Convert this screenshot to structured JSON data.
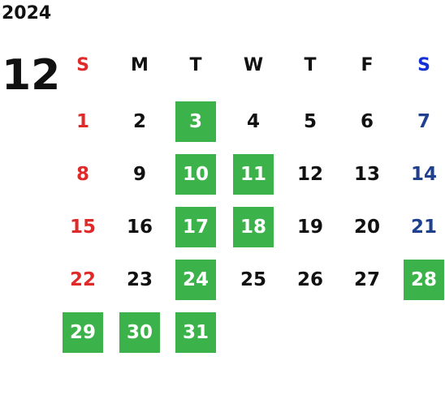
{
  "calendar": {
    "year": "2024",
    "month": "12",
    "weekdays": [
      "S",
      "M",
      "T",
      "W",
      "T",
      "F",
      "S"
    ],
    "weeks": [
      [
        null,
        null,
        null,
        null,
        null,
        null,
        null
      ],
      [
        {
          "day": "1"
        },
        {
          "day": "2"
        },
        {
          "day": "3",
          "highlighted": true
        },
        {
          "day": "4"
        },
        {
          "day": "5"
        },
        {
          "day": "6"
        },
        {
          "day": "7"
        }
      ],
      [
        {
          "day": "8"
        },
        {
          "day": "9"
        },
        {
          "day": "10",
          "highlighted": true
        },
        {
          "day": "11",
          "highlighted": true
        },
        {
          "day": "12"
        },
        {
          "day": "13"
        },
        {
          "day": "14"
        }
      ],
      [
        {
          "day": "15"
        },
        {
          "day": "16"
        },
        {
          "day": "17",
          "highlighted": true
        },
        {
          "day": "18",
          "highlighted": true
        },
        {
          "day": "19"
        },
        {
          "day": "20"
        },
        {
          "day": "21"
        }
      ],
      [
        {
          "day": "22"
        },
        {
          "day": "23"
        },
        {
          "day": "24",
          "highlighted": true
        },
        {
          "day": "25"
        },
        {
          "day": "26"
        },
        {
          "day": "27"
        },
        {
          "day": "28",
          "highlighted": true
        }
      ],
      [
        {
          "day": "29",
          "highlighted": true
        },
        {
          "day": "30",
          "highlighted": true
        },
        {
          "day": "31",
          "highlighted": true
        },
        null,
        null,
        null,
        null
      ]
    ],
    "colors": {
      "highlight": "#3cb34a",
      "sunday": "#e02a2a",
      "saturday": "#1f3f8f",
      "saturday_header": "#1530d6",
      "weekday": "#111111"
    }
  }
}
